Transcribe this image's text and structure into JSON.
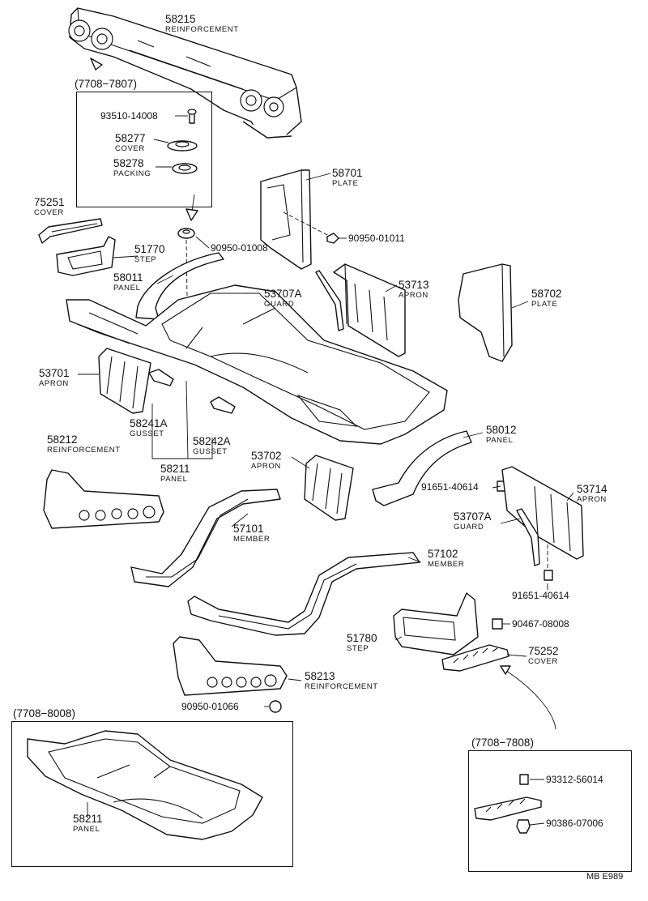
{
  "diagram_code": "MB E989",
  "date_ranges": {
    "top_box": "(7708−7807)",
    "bottom_left_box": "(7708−8008)",
    "bottom_right_box": "(7708−7808)"
  },
  "labels": {
    "p58215": {
      "number": "58215",
      "name": "REINFORCEMENT"
    },
    "p58277": {
      "number": "58277",
      "name": "COVER"
    },
    "p58278": {
      "number": "58278",
      "name": "PACKING"
    },
    "p58701": {
      "number": "58701",
      "name": "PLATE"
    },
    "p75251": {
      "number": "75251",
      "name": "COVER"
    },
    "p51770": {
      "number": "51770",
      "name": "STEP"
    },
    "p58011": {
      "number": "58011",
      "name": "PANEL"
    },
    "p53707a_top": {
      "number": "53707A",
      "name": "GUARD"
    },
    "p53713": {
      "number": "53713",
      "name": "APRON"
    },
    "p58702": {
      "number": "58702",
      "name": "PLATE"
    },
    "p53701": {
      "number": "53701",
      "name": "APRON"
    },
    "p58241a": {
      "number": "58241A",
      "name": "GUSSET"
    },
    "p58242a": {
      "number": "58242A",
      "name": "GUSSET"
    },
    "p58212": {
      "number": "58212",
      "name": "REINFORCEMENT"
    },
    "p58211": {
      "number": "58211",
      "name": "PANEL"
    },
    "p53702": {
      "number": "53702",
      "name": "APRON"
    },
    "p58012": {
      "number": "58012",
      "name": "PANEL"
    },
    "p53714": {
      "number": "53714",
      "name": "APRON"
    },
    "p53707a_bot": {
      "number": "53707A",
      "name": "GUARD"
    },
    "p57101": {
      "number": "57101",
      "name": "MEMBER"
    },
    "p57102": {
      "number": "57102",
      "name": "MEMBER"
    },
    "p51780": {
      "number": "51780",
      "name": "STEP"
    },
    "p75252": {
      "number": "75252",
      "name": "COVER"
    },
    "p58213": {
      "number": "58213",
      "name": "REINFORCEMENT"
    },
    "p58211_alt": {
      "number": "58211",
      "name": "PANEL"
    }
  },
  "codes": {
    "c93510": "93510-14008",
    "c90950_01008": "90950-01008",
    "c90950_01011": "90950-01011",
    "c91651_a": "91651-40614",
    "c91651_b": "91651-40614",
    "c90467": "90467-08008",
    "c90950_01066": "90950-01066",
    "c93312": "93312-56014",
    "c90386": "90386-07006"
  }
}
